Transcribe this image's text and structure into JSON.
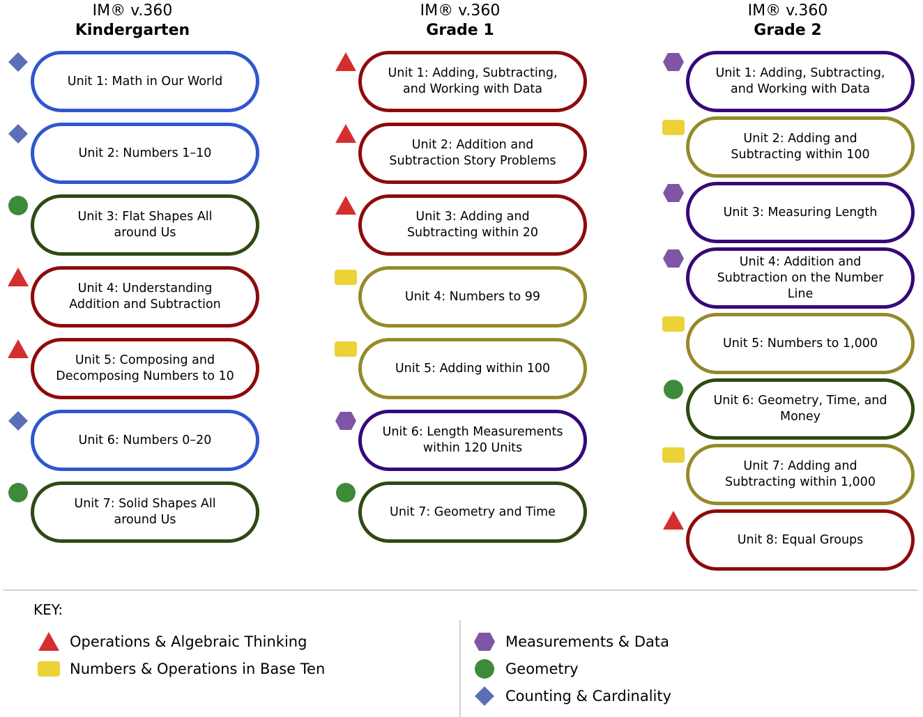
{
  "colors": {
    "counting": "#5b6fb8",
    "operations": "#d32f2f",
    "base_ten": "#ecd237",
    "measurement": "#7f55a5",
    "geometry": "#3d8b3a",
    "border_blue": "#2f56cf",
    "border_green": "#2e4a12",
    "border_red": "#8e0b0b",
    "border_olive": "#958a2a",
    "border_purple": "#36087a"
  },
  "columns": [
    {
      "version": "IM® v.360",
      "grade": "Kindergarten",
      "spacing": "k",
      "units": [
        {
          "label": "Unit 1: Math in Our World",
          "domain": "counting"
        },
        {
          "label": "Unit 2: Numbers 1–10",
          "domain": "counting"
        },
        {
          "label": "Unit 3: Flat Shapes All around Us",
          "domain": "geometry"
        },
        {
          "label": "Unit 4: Understanding Addition and Subtraction",
          "domain": "operations"
        },
        {
          "label": "Unit 5: Composing and Decomposing Numbers to 10",
          "domain": "operations"
        },
        {
          "label": "Unit 6: Numbers 0–20",
          "domain": "counting"
        },
        {
          "label": "Unit 7: Solid Shapes All around Us",
          "domain": "geometry"
        }
      ]
    },
    {
      "version": "IM® v.360",
      "grade": "Grade 1",
      "spacing": "k",
      "units": [
        {
          "label": "Unit 1: Adding, Subtracting, and Working with Data",
          "domain": "operations"
        },
        {
          "label": "Unit 2: Addition and Subtraction Story Problems",
          "domain": "operations"
        },
        {
          "label": "Unit 3: Adding and Subtracting within 20",
          "domain": "operations"
        },
        {
          "label": "Unit 4: Numbers to 99",
          "domain": "base_ten"
        },
        {
          "label": "Unit 5: Adding within 100",
          "domain": "base_ten"
        },
        {
          "label": "Unit 6: Length Measurements within 120 Units",
          "domain": "measurement"
        },
        {
          "label": "Unit 7: Geometry and Time",
          "domain": "geometry"
        }
      ]
    },
    {
      "version": "IM® v.360",
      "grade": "Grade 2",
      "spacing": "g2",
      "units": [
        {
          "label": "Unit 1: Adding, Subtracting, and Working with Data",
          "domain": "measurement"
        },
        {
          "label": "Unit 2: Adding and Subtracting within 100",
          "domain": "base_ten"
        },
        {
          "label": "Unit 3: Measuring Length",
          "domain": "measurement"
        },
        {
          "label": "Unit 4: Addition and Subtraction on the Number Line",
          "domain": "measurement"
        },
        {
          "label": "Unit 5: Numbers to 1,000",
          "domain": "base_ten"
        },
        {
          "label": "Unit 6: Geometry, Time, and Money",
          "domain": "geometry"
        },
        {
          "label": "Unit 7: Adding and Subtracting within 1,000",
          "domain": "base_ten"
        },
        {
          "label": "Unit 8: Equal Groups",
          "domain": "operations"
        }
      ]
    }
  ],
  "key": {
    "title": "KEY:",
    "items": [
      {
        "domain": "operations",
        "label": "Operations & Algebraic Thinking"
      },
      {
        "domain": "base_ten",
        "label": "Numbers & Operations in Base Ten"
      },
      {
        "domain": "measurement",
        "label": "Measurements & Data"
      },
      {
        "domain": "geometry",
        "label": "Geometry"
      },
      {
        "domain": "counting",
        "label": "Counting & Cardinality"
      }
    ]
  }
}
